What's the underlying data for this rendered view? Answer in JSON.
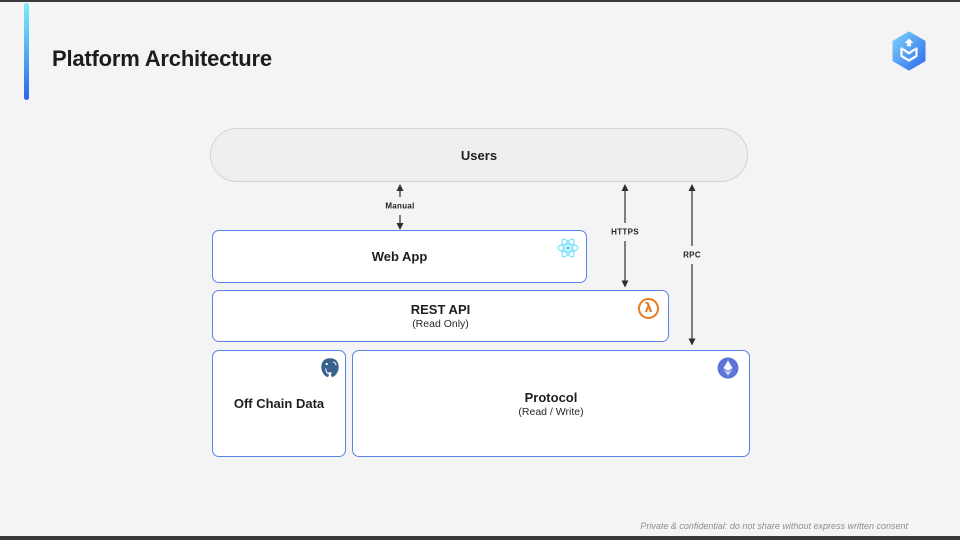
{
  "slide": {
    "title": "Platform Architecture",
    "footer": "Private & confidential: do not share without express written consent"
  },
  "diagram": {
    "nodes": {
      "users": {
        "label": "Users"
      },
      "web_app": {
        "label": "Web App",
        "icon": "react-icon"
      },
      "rest_api": {
        "label": "REST API",
        "sublabel": "(Read Only)",
        "icon": "aws-lambda-icon",
        "icon_glyph": "λ"
      },
      "off_chain": {
        "label": "Off Chain Data",
        "icon": "postgresql-icon"
      },
      "protocol": {
        "label": "Protocol",
        "sublabel": "(Read / Write)",
        "icon": "ethereum-icon"
      }
    },
    "edges": {
      "manual": {
        "label": "Manual",
        "from": "Users",
        "to": "Web App"
      },
      "https": {
        "label": "HTTPS",
        "from": "Users",
        "to": "REST API"
      },
      "rpc": {
        "label": "RPC",
        "from": "Users",
        "to": "Protocol"
      }
    }
  },
  "colors": {
    "background": "#f4f4f5",
    "box_border_blue": "#5b82e8",
    "users_fill": "#efefef",
    "arrow": "#2e2e2e",
    "react_blue": "#61dafb",
    "lambda_orange": "#e87b1e",
    "postgres_blue": "#38618c",
    "ethereum_indigo": "#5f74d8",
    "accent_gradient_top": "#7ceef8",
    "accent_gradient_bottom": "#2d63ee"
  }
}
